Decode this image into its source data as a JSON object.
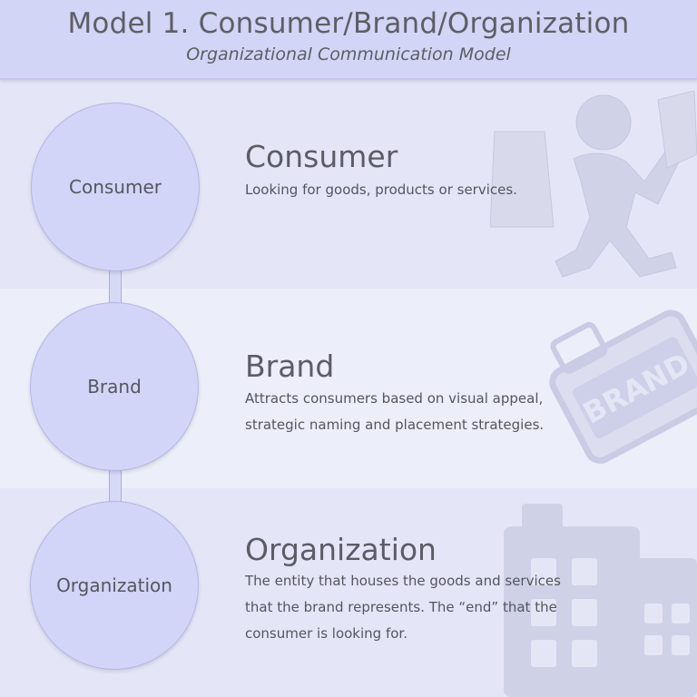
{
  "header": {
    "title": "Model 1. Consumer/Brand/Organization",
    "subtitle": "Organizational Communication Model"
  },
  "nodes": [
    {
      "label": "Consumer",
      "heading": "Consumer",
      "description_lines": [
        "Looking for goods, products or services."
      ],
      "background_icon": "shopper-icon"
    },
    {
      "label": "Brand",
      "heading": "Brand",
      "description_lines": [
        "Attracts consumers based on visual appeal,",
        "strategic naming and placement strategies."
      ],
      "background_icon": "brand-tag-icon",
      "tag_text": "BRAND"
    },
    {
      "label": "Organization",
      "heading": "Organization",
      "description_lines": [
        "The entity that houses the goods and services",
        "that the brand represents. The “end” that the",
        "consumer is looking for."
      ],
      "background_icon": "building-icon"
    }
  ],
  "colors": {
    "header_bg": "#d2d5f5",
    "circle_fill": "#d2d5f7",
    "icon_watermark": "#cfd1e6"
  }
}
